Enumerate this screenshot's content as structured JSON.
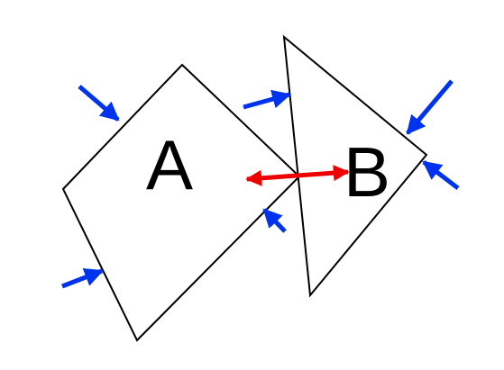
{
  "shapes": [
    {
      "label": "A",
      "kind": "quadrilateral"
    },
    {
      "label": "B",
      "kind": "triangle"
    }
  ],
  "colors": {
    "outline": "#000000",
    "contact_force": "#0033ee",
    "separation": "#ee0000",
    "background": "#ffffff"
  },
  "arrows": {
    "contact_force_icon": "blue-arrow-icon",
    "separation_icon": "red-double-arrow-icon",
    "contact_force_count": 6,
    "separation_count": 1
  }
}
